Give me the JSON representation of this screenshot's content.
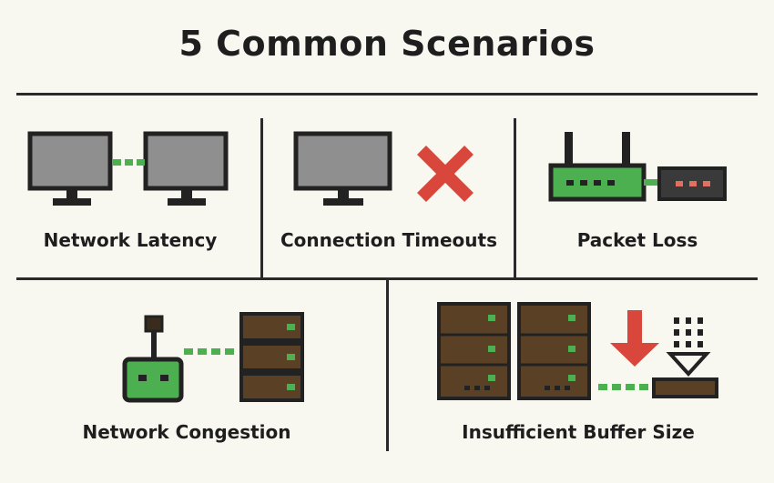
{
  "title": "5 Common Scenarios",
  "scenarios": [
    {
      "label": "Network Latency",
      "icon": "two-monitors-connected-icon"
    },
    {
      "label": "Connection Timeouts",
      "icon": "monitor-with-red-x-icon"
    },
    {
      "label": "Packet Loss",
      "icon": "router-with-device-icon"
    },
    {
      "label": "Network Congestion",
      "icon": "device-to-server-stack-icon"
    },
    {
      "label": "Insufficient Buffer Size",
      "icon": "servers-with-buffer-arrow-icon"
    }
  ],
  "colors": {
    "background": "#f8f7f0",
    "text": "#1e1e1e",
    "outline": "#222222",
    "screen": "#8f8f8f",
    "green": "#4caf50",
    "red": "#d9473c",
    "server_brown": "#5a4126"
  }
}
